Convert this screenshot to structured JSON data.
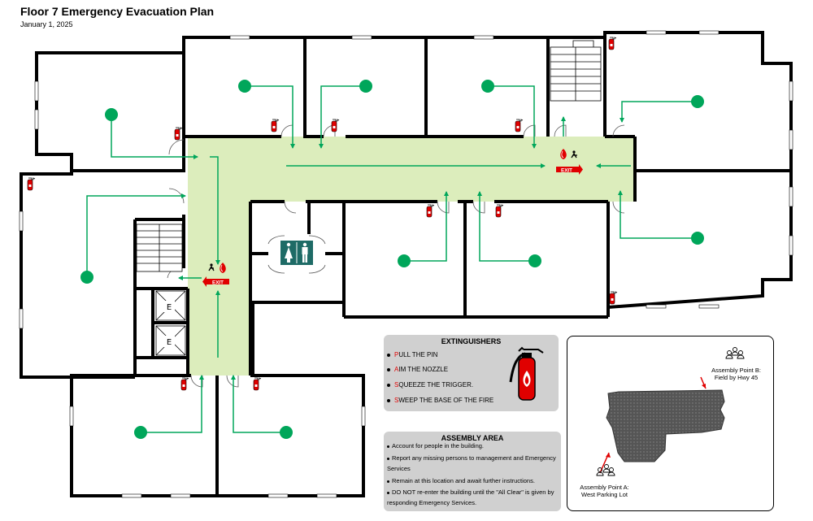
{
  "header": {
    "title": "Floor 7 Emergency Evacuation Plan",
    "date": "January 1, 2025"
  },
  "exit_sign": {
    "label": "EXIT"
  },
  "elevator_label": "E",
  "colors": {
    "corridor": "#dcedbc",
    "route": "#00a65a",
    "wall": "#000000",
    "extinguisher": "#e00000",
    "panel": "#d0d0d0",
    "building": "#555555",
    "restroom": "#1e6b66"
  },
  "extinguishers_panel": {
    "title": "EXTINGUISHERS",
    "steps": [
      {
        "first": "P",
        "rest": "ULL THE PIN"
      },
      {
        "first": "A",
        "rest": "IM THE NOZZLE"
      },
      {
        "first": "S",
        "rest": "QUEEZE THE TRIGGER."
      },
      {
        "first": "S",
        "rest": "WEEP THE BASE OF THE FIRE"
      }
    ]
  },
  "assembly_panel": {
    "title": "ASSEMBLY AREA",
    "notes": [
      "Account for people in the building.",
      "Report any missing persons to management and Emergency Services",
      "Remain at this location and await further instructions.",
      "DO NOT re-enter the building until the \"All Clear\" is given by responding Emergency Services."
    ]
  },
  "assembly_map": {
    "point_a": {
      "line1": "Assembly Point A:",
      "line2": "West Parking Lot"
    },
    "point_b": {
      "line1": "Assembly Point B:",
      "line2": "Field by Hwy 45"
    }
  },
  "icons": [
    "fire-extinguisher-icon",
    "fire-icon",
    "running-person-icon",
    "restroom-icon",
    "people-group-icon",
    "stairs-icon"
  ]
}
